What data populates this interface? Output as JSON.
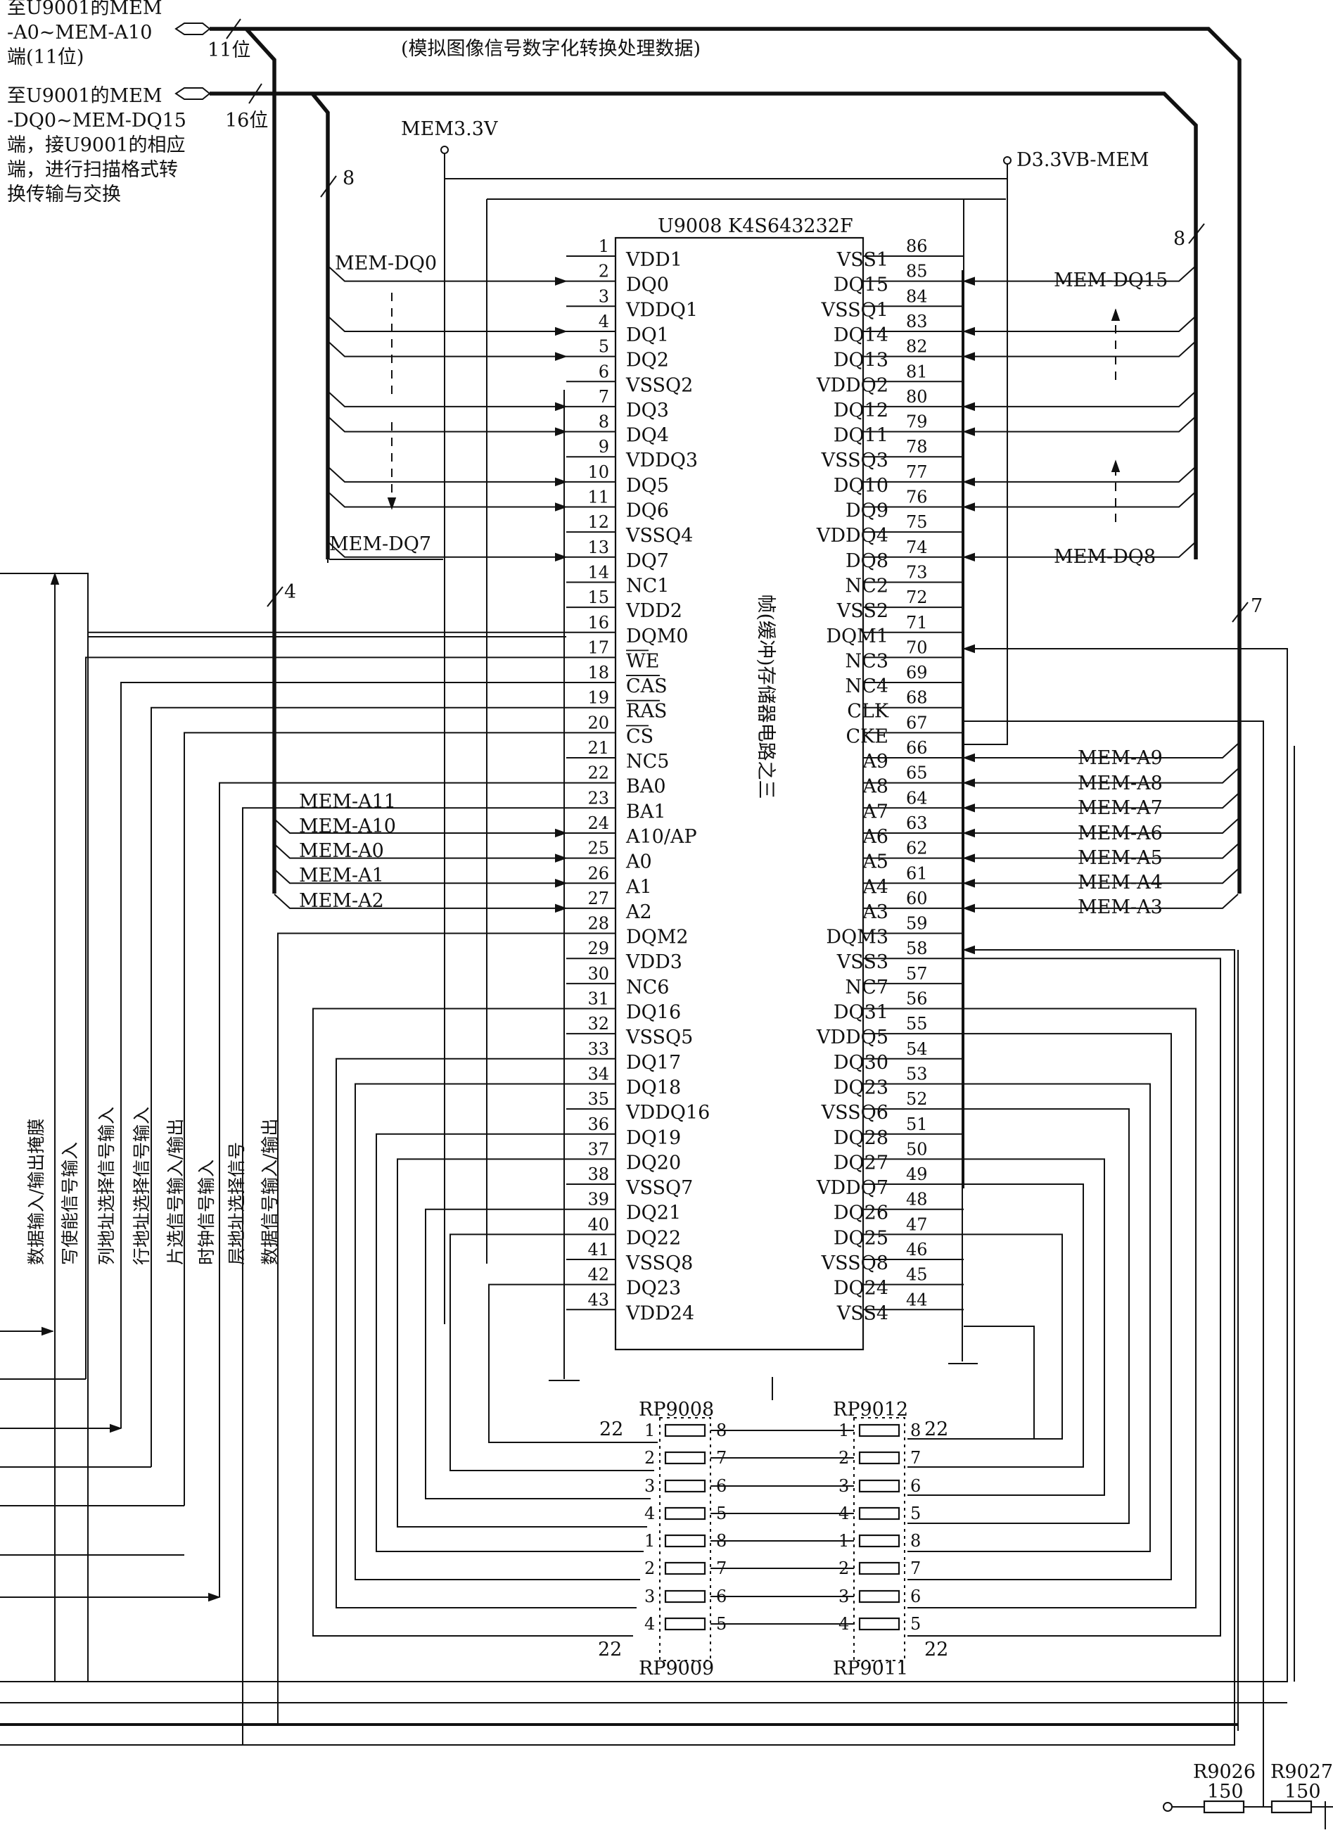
{
  "chip": {
    "name": "U9008 K4S643232F",
    "function": "帧(缓冲)存储器电路之三",
    "left_pins": [
      {
        "num": "1",
        "name": "VDD1"
      },
      {
        "num": "2",
        "name": "DQ0"
      },
      {
        "num": "3",
        "name": "VDDQ1"
      },
      {
        "num": "4",
        "name": "DQ1"
      },
      {
        "num": "5",
        "name": "DQ2"
      },
      {
        "num": "6",
        "name": "VSSQ2"
      },
      {
        "num": "7",
        "name": "DQ3"
      },
      {
        "num": "8",
        "name": "DQ4"
      },
      {
        "num": "9",
        "name": "VDDQ3"
      },
      {
        "num": "10",
        "name": "DQ5"
      },
      {
        "num": "11",
        "name": "DQ6"
      },
      {
        "num": "12",
        "name": "VSSQ4"
      },
      {
        "num": "13",
        "name": "DQ7"
      },
      {
        "num": "14",
        "name": "NC1"
      },
      {
        "num": "15",
        "name": "VDD2"
      },
      {
        "num": "16",
        "name": "DQM0"
      },
      {
        "num": "17",
        "name": "WE"
      },
      {
        "num": "18",
        "name": "CAS"
      },
      {
        "num": "19",
        "name": "RAS"
      },
      {
        "num": "20",
        "name": "CS"
      },
      {
        "num": "21",
        "name": "NC5"
      },
      {
        "num": "22",
        "name": "BA0"
      },
      {
        "num": "23",
        "name": "BA1"
      },
      {
        "num": "24",
        "name": "A10/AP"
      },
      {
        "num": "25",
        "name": "A0"
      },
      {
        "num": "26",
        "name": "A1"
      },
      {
        "num": "27",
        "name": "A2"
      },
      {
        "num": "28",
        "name": "DQM2"
      },
      {
        "num": "29",
        "name": "VDD3"
      },
      {
        "num": "30",
        "name": "NC6"
      },
      {
        "num": "31",
        "name": "DQ16"
      },
      {
        "num": "32",
        "name": "VSSQ5"
      },
      {
        "num": "33",
        "name": "DQ17"
      },
      {
        "num": "34",
        "name": "DQ18"
      },
      {
        "num": "35",
        "name": "VDDQ16"
      },
      {
        "num": "36",
        "name": "DQ19"
      },
      {
        "num": "37",
        "name": "DQ20"
      },
      {
        "num": "38",
        "name": "VSSQ7"
      },
      {
        "num": "39",
        "name": "DQ21"
      },
      {
        "num": "40",
        "name": "DQ22"
      },
      {
        "num": "41",
        "name": "VSSQ8"
      },
      {
        "num": "42",
        "name": "DQ23"
      },
      {
        "num": "43",
        "name": "VDD24"
      }
    ],
    "right_pins": [
      {
        "num": "86",
        "name": "VSS1"
      },
      {
        "num": "85",
        "name": "DQ15"
      },
      {
        "num": "84",
        "name": "VSSQ1"
      },
      {
        "num": "83",
        "name": "DQ14"
      },
      {
        "num": "82",
        "name": "DQ13"
      },
      {
        "num": "81",
        "name": "VDDQ2"
      },
      {
        "num": "80",
        "name": "DQ12"
      },
      {
        "num": "79",
        "name": "DQ11"
      },
      {
        "num": "78",
        "name": "VSSQ3"
      },
      {
        "num": "77",
        "name": "DQ10"
      },
      {
        "num": "76",
        "name": "DQ9"
      },
      {
        "num": "75",
        "name": "VDDQ4"
      },
      {
        "num": "74",
        "name": "DQ8"
      },
      {
        "num": "73",
        "name": "NC2"
      },
      {
        "num": "72",
        "name": "VSS2"
      },
      {
        "num": "71",
        "name": "DQM1"
      },
      {
        "num": "70",
        "name": "NC3"
      },
      {
        "num": "69",
        "name": "NC4"
      },
      {
        "num": "68",
        "name": "CLK"
      },
      {
        "num": "67",
        "name": "CKE"
      },
      {
        "num": "66",
        "name": "A9"
      },
      {
        "num": "65",
        "name": "A8"
      },
      {
        "num": "64",
        "name": "A7"
      },
      {
        "num": "63",
        "name": "A6"
      },
      {
        "num": "62",
        "name": "A5"
      },
      {
        "num": "61",
        "name": "A4"
      },
      {
        "num": "60",
        "name": "A3"
      },
      {
        "num": "59",
        "name": "DQM3"
      },
      {
        "num": "58",
        "name": "VSS3"
      },
      {
        "num": "57",
        "name": "NC7"
      },
      {
        "num": "56",
        "name": "DQ31"
      },
      {
        "num": "55",
        "name": "VDDQ5"
      },
      {
        "num": "54",
        "name": "DQ30"
      },
      {
        "num": "53",
        "name": "DQ23"
      },
      {
        "num": "52",
        "name": "VSSQ6"
      },
      {
        "num": "51",
        "name": "DQ28"
      },
      {
        "num": "50",
        "name": "DQ27"
      },
      {
        "num": "49",
        "name": "VDDQ7"
      },
      {
        "num": "48",
        "name": "DQ26"
      },
      {
        "num": "47",
        "name": "DQ25"
      },
      {
        "num": "46",
        "name": "VSSQ8"
      },
      {
        "num": "45",
        "name": "DQ24"
      },
      {
        "num": "44",
        "name": "VSS4"
      }
    ]
  },
  "labels": {
    "addr_bus_note": [
      "至U9001的MEM",
      "-A0~MEM-A10",
      "端(11位)"
    ],
    "addr_bus_width": "11位",
    "data_bus_note": [
      "至U9001的MEM",
      "-DQ0~MEM-DQ15",
      "端，接U9001的相应",
      "端，进行扫描格式转",
      "换传输与交换"
    ],
    "data_bus_width": "16位",
    "top_note": "(模拟图像信号数字化转换处理数据)",
    "mem_supply": "MEM3.3V",
    "d_supply": "D3.3VB-MEM",
    "bus_count_8a": "8",
    "bus_count_8b": "8",
    "bus_count_4": "4",
    "bus_count_7": "7",
    "mem_dq0": "MEM-DQ0",
    "mem_dq7": "MEM-DQ7",
    "mem_dq15": "MEM-DQ15",
    "mem_dq8": "MEM-DQ8",
    "left_addr": [
      "MEM-A11",
      "MEM-A10",
      "MEM-A0",
      "MEM-A1",
      "MEM-A2"
    ],
    "right_addr": [
      "MEM-A9",
      "MEM-A8",
      "MEM-A7",
      "MEM-A6",
      "MEM-A5",
      "MEM-A4",
      "MEM-A3"
    ],
    "signal_columns": [
      "数据输入/输出掩膜",
      "写使能信号输入",
      "列地址选择信号输入",
      "行地址选择信号输入",
      "片选信号输入/输出",
      "时钟信号输入",
      "层地址选择信号",
      "数据信号输入/输出"
    ]
  },
  "resistor_packs": {
    "rp9008": "RP9008",
    "rp9009": "RP9009",
    "rp9012": "RP9012",
    "rp9011": "RP9011",
    "value": "22",
    "pins_left": [
      "1",
      "2",
      "3",
      "4"
    ],
    "pins_right": [
      "8",
      "7",
      "6",
      "5"
    ]
  },
  "resistors": {
    "r9026": {
      "ref": "R9026",
      "value": "150"
    },
    "r9027": {
      "ref": "R9027",
      "value": "150"
    }
  }
}
